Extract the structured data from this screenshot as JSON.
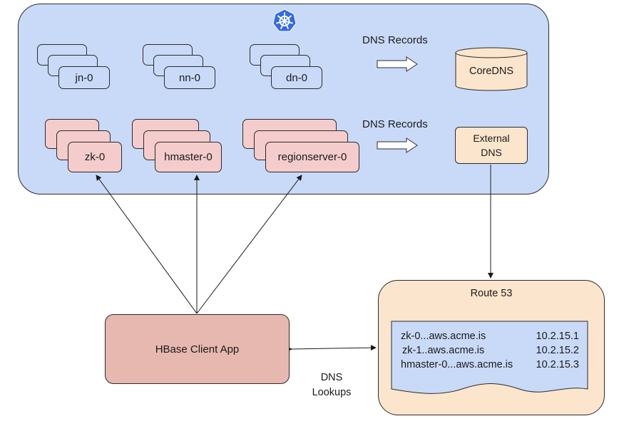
{
  "cluster": {
    "logo_icon": "kubernetes-helm-icon",
    "row1": [
      {
        "label": "jn-0"
      },
      {
        "label": "nn-0"
      },
      {
        "label": "dn-0"
      }
    ],
    "row2": [
      {
        "label": "zk-0"
      },
      {
        "label": "hmaster-0"
      },
      {
        "label": "regionserver-0"
      }
    ],
    "dns_records_label_1": "DNS Records",
    "dns_records_label_2": "DNS Records",
    "coredns_label": "CoreDNS",
    "external_dns_line1": "External",
    "external_dns_line2": "DNS"
  },
  "client": {
    "label": "HBase Client App",
    "dns_lookups_line1": "DNS",
    "dns_lookups_line2": "Lookups"
  },
  "route53": {
    "title": "Route 53",
    "records": [
      {
        "name": "zk-0...aws.acme.is",
        "ip": "10.2.15.1"
      },
      {
        "name": "zk-1..aws.acme.is",
        "ip": "10.2.15.2"
      },
      {
        "name": "hmaster-0...aws.acme.is",
        "ip": "10.2.15.3"
      }
    ]
  },
  "colors": {
    "cluster_fill": "#c9daf8",
    "pod_pink": "#f4cccc",
    "dns_fill": "#fce5cd",
    "client_fill": "#e6b8af",
    "k8s_blue": "#326ce5"
  }
}
